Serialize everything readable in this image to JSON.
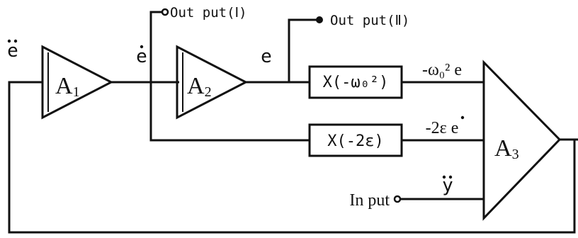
{
  "signals": {
    "e_ddot": "e",
    "e_dot": "e",
    "e": "e",
    "y_ddot": "y"
  },
  "outputs": {
    "out1": "Out put(Ⅰ)",
    "out2": "Out put(Ⅱ)"
  },
  "amplifiers": {
    "a1": {
      "main": "A",
      "sub": "1"
    },
    "a2": {
      "main": "A",
      "sub": "2"
    },
    "a3": {
      "main": "A",
      "sub": "3"
    }
  },
  "gains": {
    "omega_box": "X(-ω₀²)",
    "eps_box": "X(-2ε)"
  },
  "feedback_terms": {
    "omega_term": "-ω₀² e",
    "eps_term": "-2ε e"
  },
  "input": {
    "label": "In put"
  }
}
